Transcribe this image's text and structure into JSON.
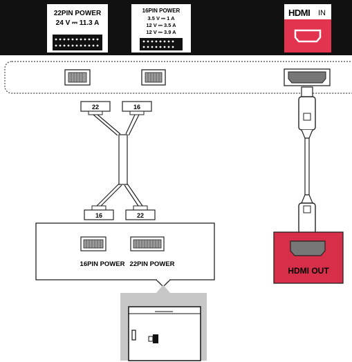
{
  "top_panel": {
    "power22_label": "22PIN POWER",
    "power22_rating": "24 V ⎓ 11.3 A",
    "power16_label": "16PIN POWER",
    "power16_rating_1": "3.5 V ⎓ 1 A",
    "power16_rating_2": "12 V ⎓ 3.5 A",
    "power16_rating_3": "12 V ⎓ 3.9 A",
    "hdmi_logo": "HDMI",
    "hdmi_in_suffix": "IN"
  },
  "cable": {
    "top_left_tag": "22",
    "top_right_tag": "16",
    "bottom_left_tag": "16",
    "bottom_right_tag": "22"
  },
  "power_box": {
    "label_16": "16PIN POWER",
    "label_22": "22PIN POWER"
  },
  "hdmi_box": {
    "label": "HDMI OUT"
  },
  "colors": {
    "panel_black": "#111111",
    "hdmi_red": "#e2334f",
    "hdmi_out_red": "#d72f49",
    "callout_gray": "#c7c7c7"
  }
}
